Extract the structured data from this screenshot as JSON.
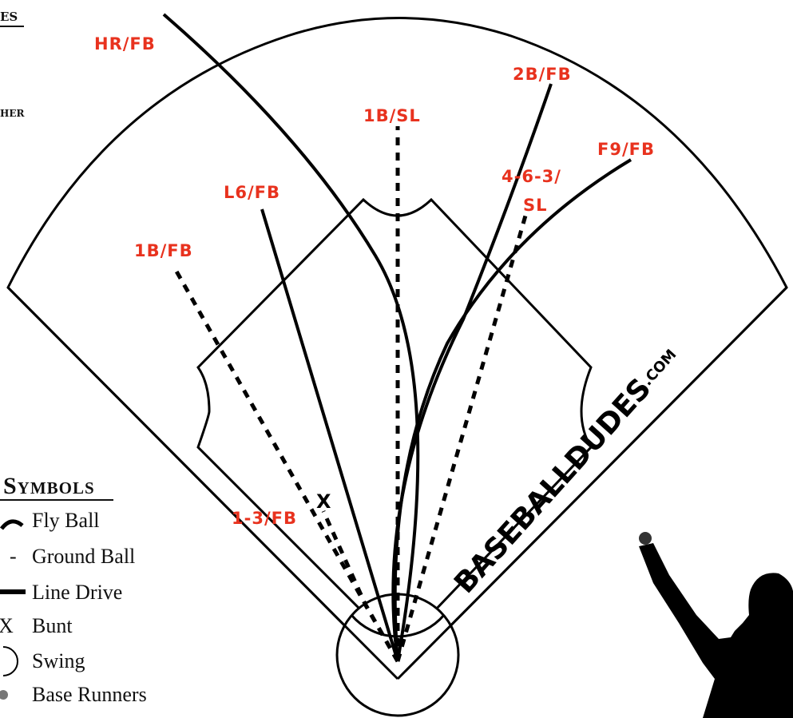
{
  "corner_fragments": {
    "top": "ES",
    "middle": "HER"
  },
  "legend": {
    "title": "Symbols",
    "items": [
      {
        "icon": "fly-ball-arc-icon",
        "label": "Fly Ball"
      },
      {
        "icon": "ground-ball-dash-icon",
        "label": "Ground Ball"
      },
      {
        "icon": "line-drive-bar-icon",
        "label": "Line Drive"
      },
      {
        "icon": "bunt-x-icon",
        "label": "Bunt"
      },
      {
        "icon": "swing-circle-icon",
        "label": "Swing"
      },
      {
        "icon": "base-runner-dot-icon",
        "label": "Base Runners"
      }
    ],
    "dash_glyph": "-",
    "x_glyph": "X"
  },
  "hits": [
    {
      "id": "hr-fb",
      "label": "HR/FB",
      "type": "fly"
    },
    {
      "id": "2b-fb",
      "label": "2B/FB",
      "type": "fly"
    },
    {
      "id": "1b-sl",
      "label": "1B/SL",
      "type": "ground"
    },
    {
      "id": "f9-fb",
      "label": "F9/FB",
      "type": "fly"
    },
    {
      "id": "463-sl",
      "label_line1": "4-6-3/",
      "label_line2": "SL",
      "type": "ground"
    },
    {
      "id": "l6-fb",
      "label": "L6/FB",
      "type": "line"
    },
    {
      "id": "1b-fb",
      "label": "1B/FB",
      "type": "ground"
    },
    {
      "id": "13-fb",
      "label": "1-3/FB",
      "type": "bunt"
    }
  ],
  "bunt_marker": "X",
  "watermark": {
    "main": "BASEBALLDUDES",
    "suffix": ".COM"
  },
  "colors": {
    "label": "#e8321e",
    "ink": "#000000",
    "background": "#ffffff"
  },
  "silhouette": {
    "icon": "pitcher-silhouette-icon"
  }
}
